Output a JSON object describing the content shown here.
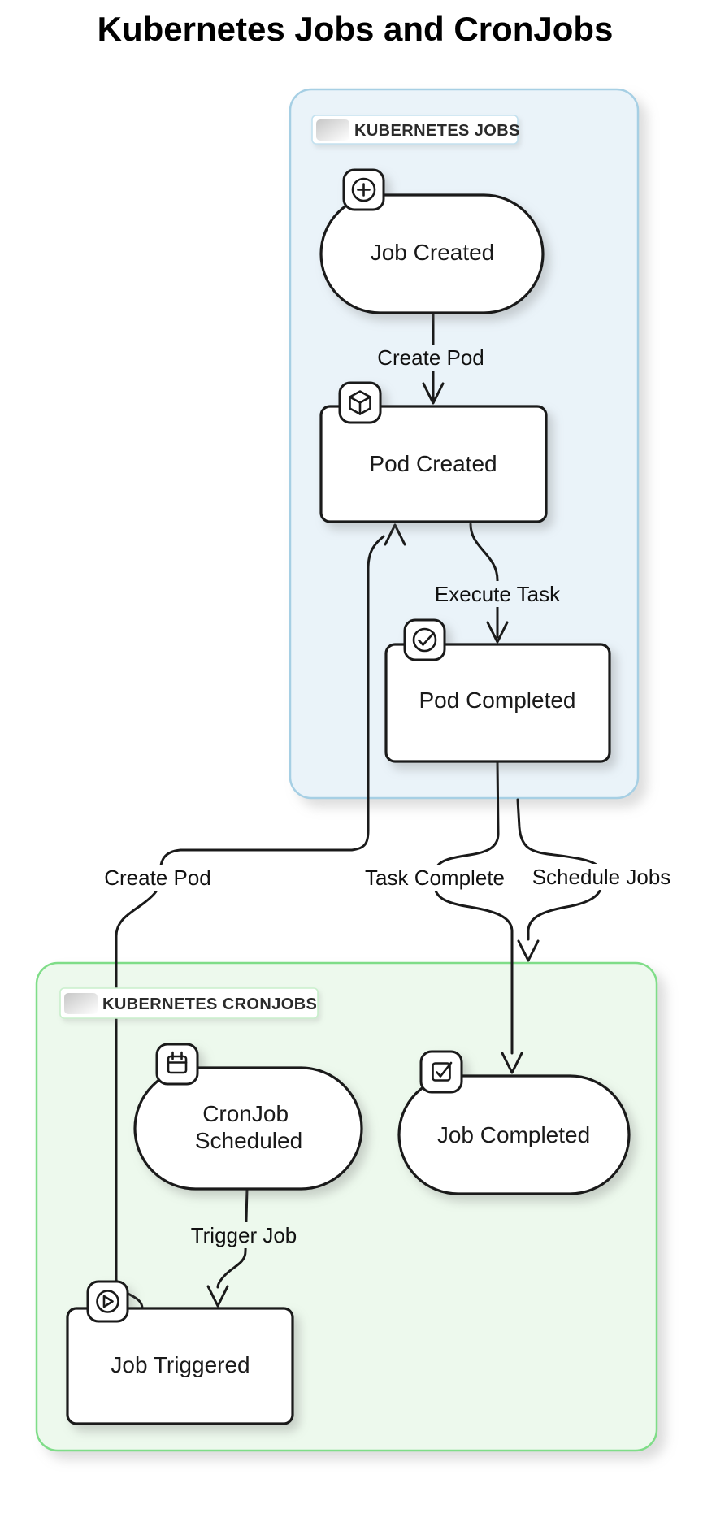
{
  "title": "Kubernetes Jobs and CronJobs",
  "colors": {
    "background": "#ffffff",
    "jobs_container_fill": "#eaf3f9",
    "jobs_container_border": "#a6cfe4",
    "cronjobs_container_fill": "#edf9ed",
    "cronjobs_container_border": "#7fdd88",
    "node_fill": "#ffffff",
    "node_border": "#1a1a1a",
    "edge_color": "#1a1a1a",
    "text_color": "#1a1a1a"
  },
  "containers": {
    "jobs": {
      "label": "KUBERNETES JOBS"
    },
    "cronjobs": {
      "label": "KUBERNETES CRONJOBS"
    }
  },
  "nodes": {
    "job_created": {
      "label": "Job Created",
      "icon": "plus-circle-icon",
      "shape": "stadium"
    },
    "pod_created": {
      "label": "Pod Created",
      "icon": "package-icon",
      "shape": "rounded-rect"
    },
    "pod_completed": {
      "label": "Pod Completed",
      "icon": "check-circle-icon",
      "shape": "rounded-rect"
    },
    "job_completed": {
      "label": "Job Completed",
      "icon": "check-square-icon",
      "shape": "stadium"
    },
    "cronjob_scheduled": {
      "label": "CronJob Scheduled",
      "line1": "CronJob",
      "line2": "Scheduled",
      "icon": "calendar-icon",
      "shape": "stadium"
    },
    "job_triggered": {
      "label": "Job Triggered",
      "icon": "play-circle-icon",
      "shape": "rounded-rect"
    }
  },
  "edges": {
    "job_created_to_pod_created": {
      "label": "Create Pod"
    },
    "pod_created_to_pod_completed": {
      "label": "Execute Task"
    },
    "job_triggered_to_pod_created": {
      "label": "Create Pod"
    },
    "pod_completed_to_job_completed": {
      "label": "Task Complete"
    },
    "pod_completed_to_cronjobs": {
      "label": "Schedule Jobs"
    },
    "cronjob_scheduled_to_job_triggered": {
      "label": "Trigger Job"
    }
  }
}
